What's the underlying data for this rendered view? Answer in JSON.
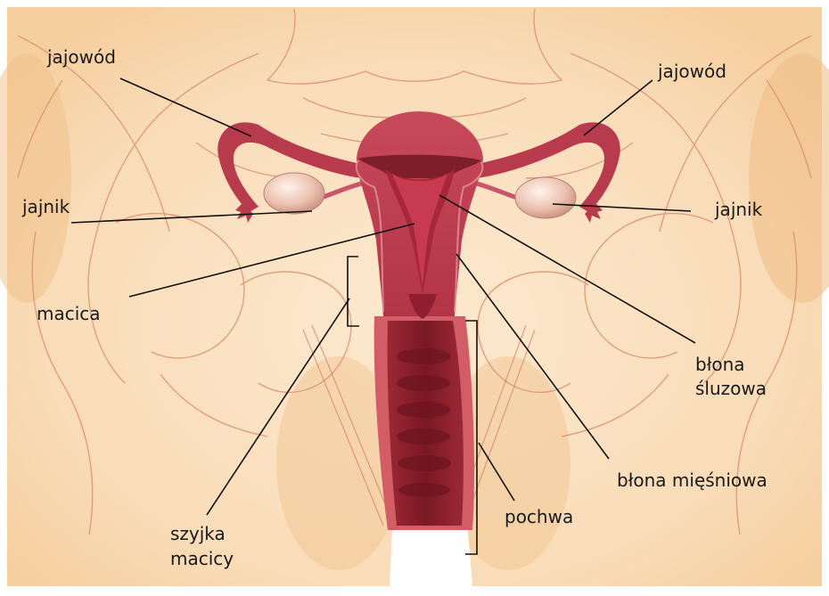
{
  "labels": {
    "jajowod_left": "jajowód",
    "jajowod_right": "jajowód",
    "jajnik_left": "jajnik",
    "jajnik_right": "jajnik",
    "macica": "macica",
    "blona_sluzowa_line1": "błona",
    "blona_sluzowa_line2": "śluzowa",
    "blona_miesniowa": "błona mięśniowa",
    "szyjka_line1": "szyjka",
    "szyjka_line2": "macicy",
    "pochwa": "pochwa"
  },
  "colors": {
    "skin_light": "#fbe3c4",
    "skin_mid": "#f4c99a",
    "bone_outline": "#d98a6a",
    "organ_dark": "#8e1f2c",
    "organ_main": "#c0404f",
    "organ_light": "#d9606c",
    "ovary": "#f1cfc0",
    "leader_line": "#111111"
  }
}
